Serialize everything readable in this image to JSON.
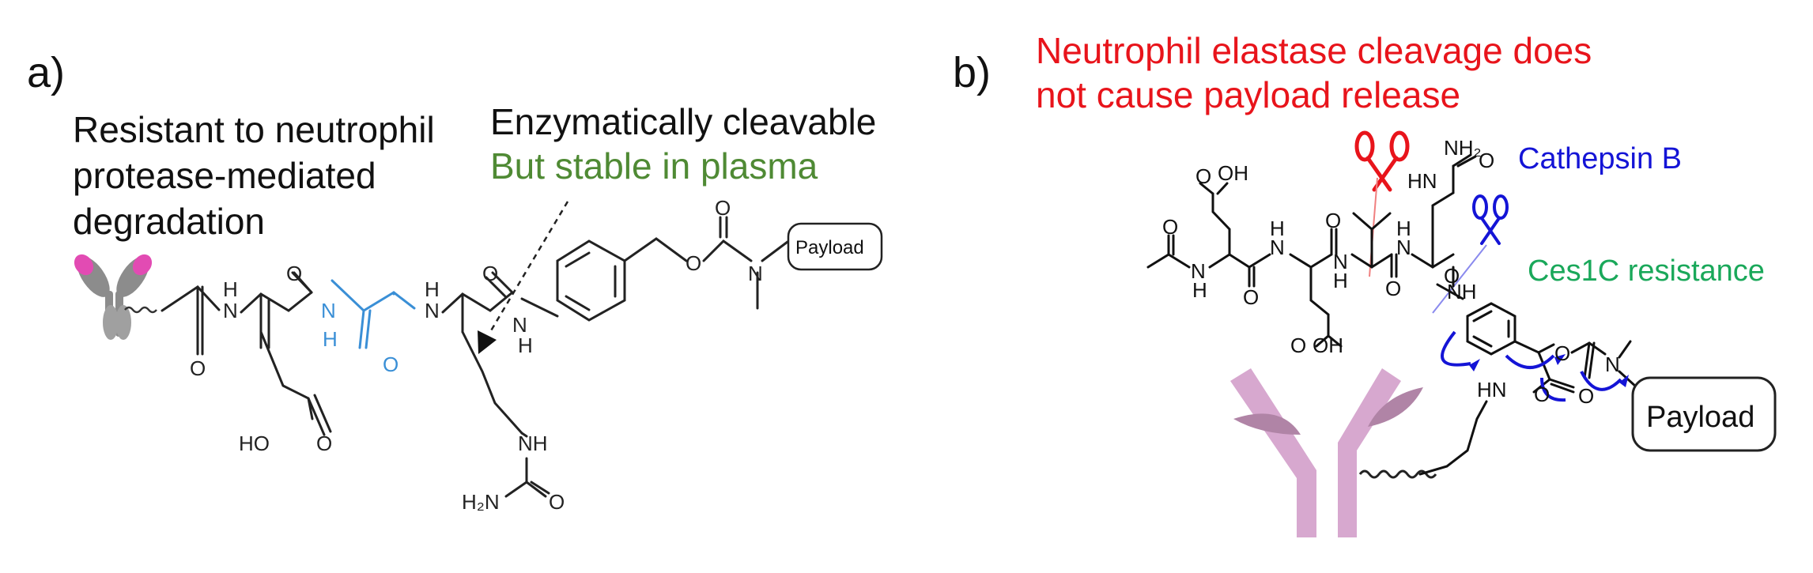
{
  "panel_a": {
    "label": "a)",
    "resistant_line1": "Resistant to neutrophil",
    "resistant_line2": "protease-mediated",
    "resistant_line3": "degradation",
    "cleavable": "Enzymatically cleavable",
    "stable": "But stable in plasma",
    "payload": "Payload",
    "atoms": {
      "nh1": "H",
      "n1": "N",
      "o1": "O",
      "o2": "O",
      "nh2": "N",
      "h2": "H",
      "o3": "O",
      "nh3": "H",
      "n3": "N",
      "o4": "O",
      "nh4": "N",
      "h4": "H",
      "o5": "O",
      "o6": "O",
      "n5": "N",
      "ho": "HO",
      "o7": "O",
      "nh5": "NH",
      "h2n": "H₂N",
      "o8": "O"
    },
    "colors": {
      "blue": "#3a8fd6",
      "green": "#4f8a34",
      "pink": "#e24bb3"
    }
  },
  "panel_b": {
    "label": "b)",
    "title_line1": "Neutrophil elastase cleavage does",
    "title_line2": "not cause payload release",
    "cathepsin": "Cathepsin B",
    "ces1c": "Ces1C resistance",
    "payload": "Payload",
    "atoms": {
      "oh1": "OH",
      "o1": "O",
      "nh1": "H",
      "n1": "N",
      "o_ac": "O",
      "n2": "N",
      "h2": "H",
      "o2": "O",
      "n3": "N",
      "h3": "H",
      "o3": "O",
      "o4": "O",
      "hn4": "HN",
      "nh2": "NH₂",
      "o5": "O",
      "n5": "N",
      "h5": "H",
      "nh6": "NH",
      "o6": "O",
      "oh7": "OH",
      "o7": "O",
      "o8": "O",
      "o9": "O",
      "n9": "N",
      "hn10": "HN",
      "o10": "O"
    },
    "colors": {
      "red": "#e8141b",
      "blue": "#1414d6",
      "green": "#1aa85a",
      "antibody": "#d7a8cf"
    }
  }
}
